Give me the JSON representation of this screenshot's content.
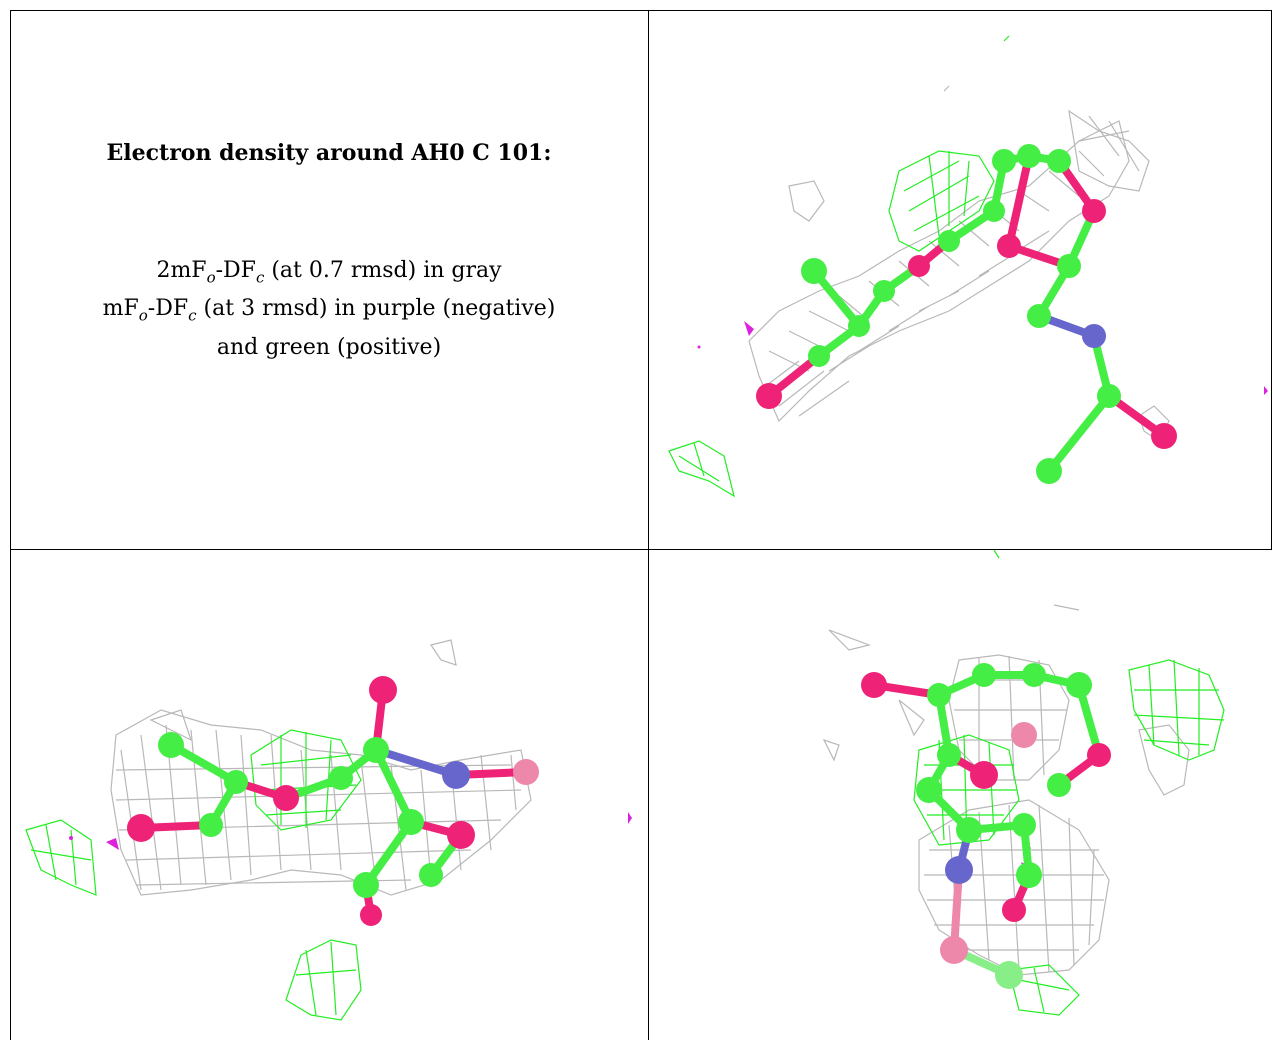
{
  "caption": {
    "title": "Electron density around AH0 C 101:",
    "line1_pre": "2mF",
    "line1_sub_o": "o",
    "line1_mid": "-DF",
    "line1_sub_c": "c",
    "line1_post": " (at 0.7 rmsd) in gray",
    "line2_pre": "mF",
    "line2_sub_o": "o",
    "line2_mid": "-DF",
    "line2_sub_c": "c",
    "line2_post": " (at 3 rmsd) in purple (negative)",
    "line3": "and green (positive)"
  },
  "colors": {
    "carbon": "#44ee44",
    "oxygen": "#ee2277",
    "nitrogen": "#6666cc",
    "mesh_2fofc": "#b8b8b8",
    "mesh_positive": "#22ee22",
    "mesh_negative": "#dd22dd"
  },
  "panels": [
    {
      "name": "view-1",
      "icon": "molecule-view"
    },
    {
      "name": "view-2",
      "icon": "molecule-view"
    },
    {
      "name": "view-3",
      "icon": "molecule-view"
    }
  ]
}
